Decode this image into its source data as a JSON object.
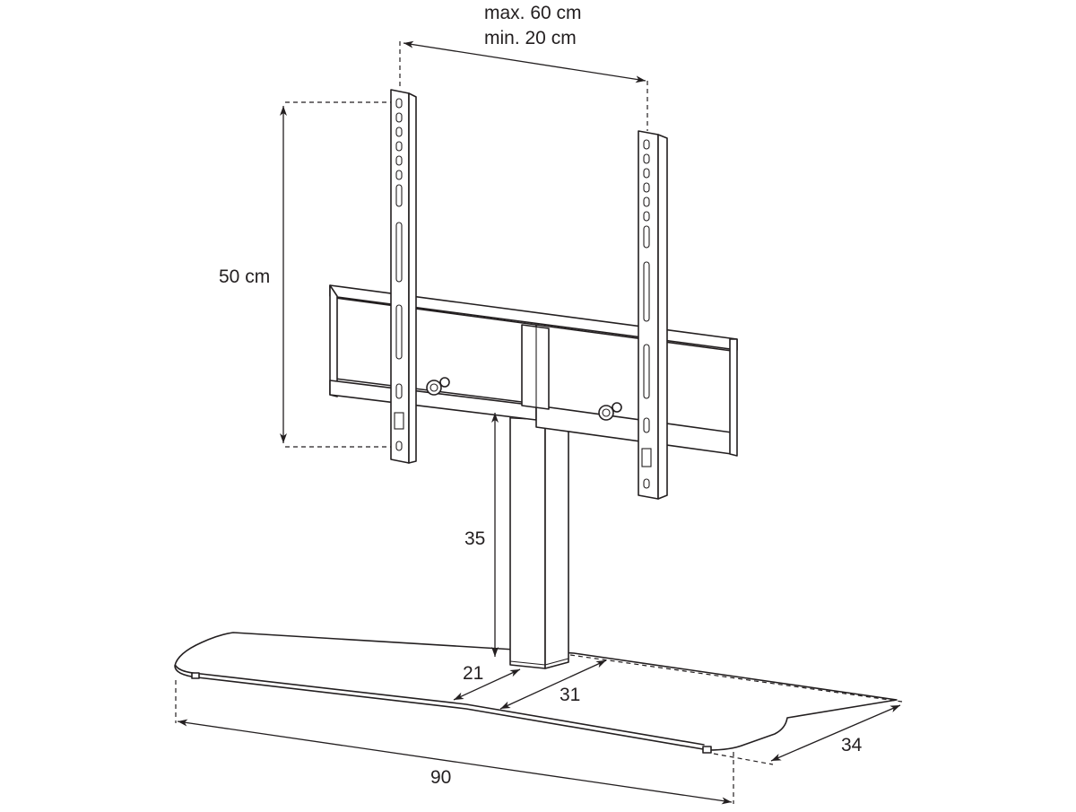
{
  "diagram": {
    "labels": {
      "width_max": "max. 60 cm",
      "width_min": "min. 20 cm",
      "height": "50 cm",
      "column_height": "35",
      "offset_front": "21",
      "offset_side": "31",
      "base_width": "90",
      "base_depth": "34"
    }
  }
}
